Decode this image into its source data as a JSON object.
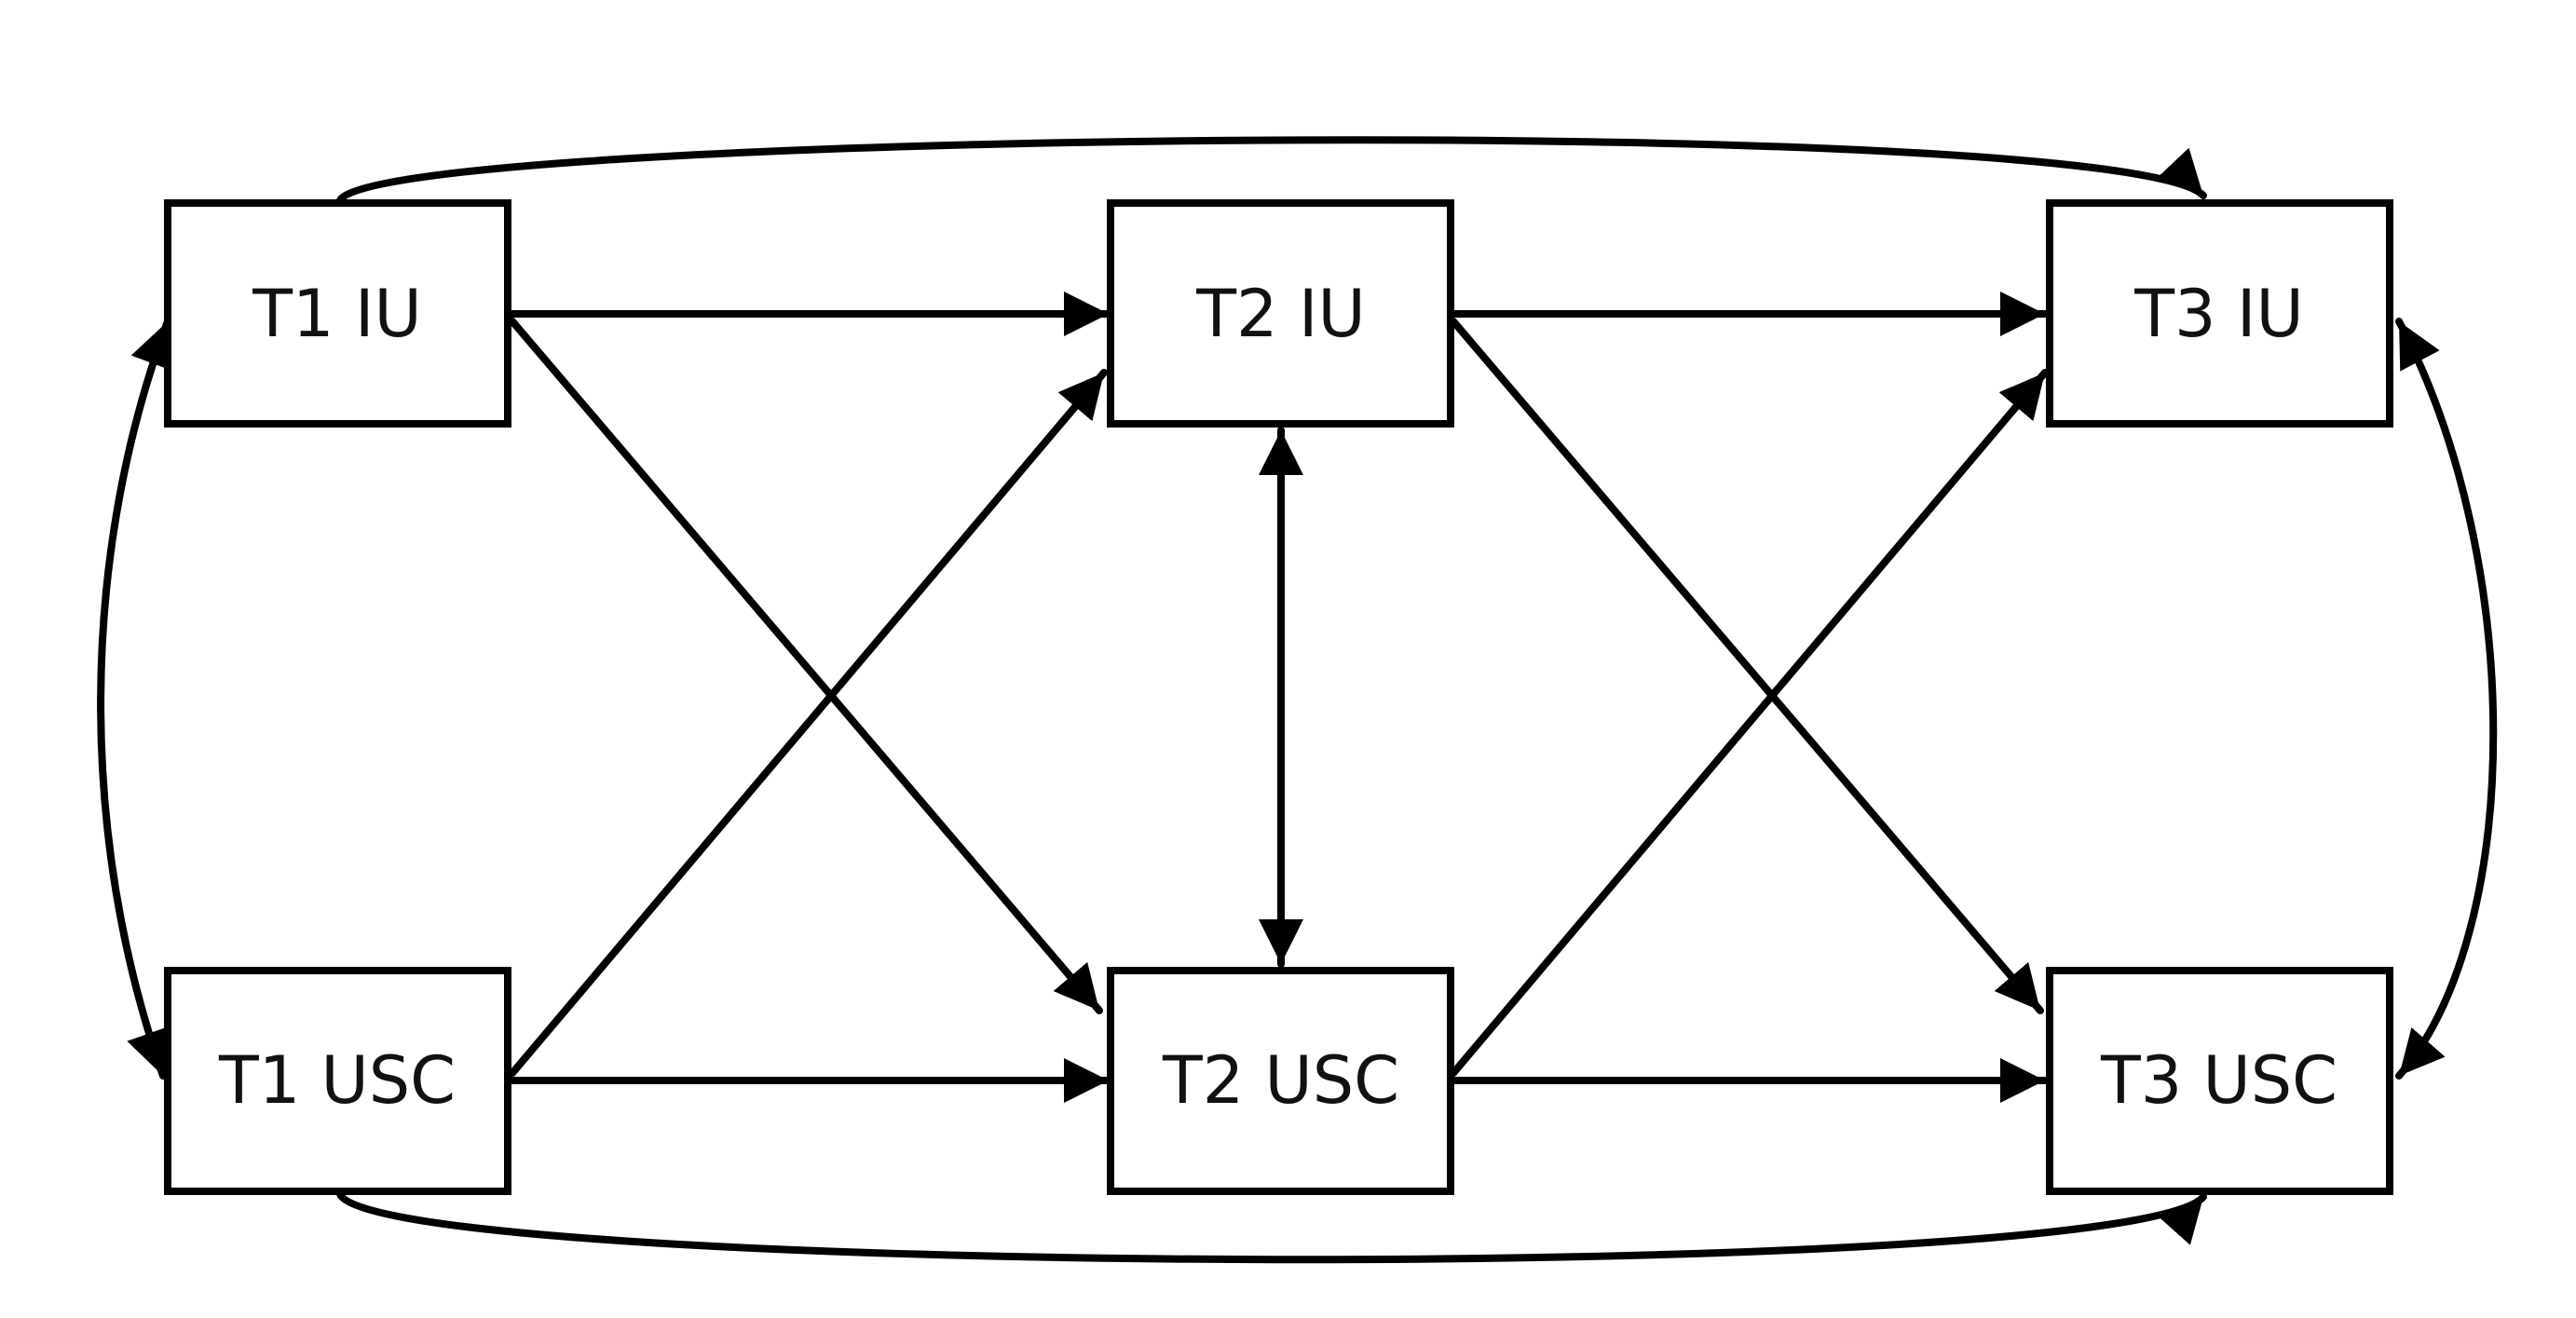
{
  "nodes": {
    "t1_iu": {
      "label": "T1 IU"
    },
    "t2_iu": {
      "label": "T2 IU"
    },
    "t3_iu": {
      "label": "T3 IU"
    },
    "t1_usc": {
      "label": "T1 USC"
    },
    "t2_usc": {
      "label": "T2 USC"
    },
    "t3_usc": {
      "label": "T3 USC"
    }
  },
  "edges": [
    {
      "from": "T1 IU",
      "to": "T2 IU",
      "direction": "forward"
    },
    {
      "from": "T2 IU",
      "to": "T3 IU",
      "direction": "forward"
    },
    {
      "from": "T1 USC",
      "to": "T2 USC",
      "direction": "forward"
    },
    {
      "from": "T2 USC",
      "to": "T3 USC",
      "direction": "forward"
    },
    {
      "from": "T1 IU",
      "to": "T2 USC",
      "direction": "forward"
    },
    {
      "from": "T1 USC",
      "to": "T2 IU",
      "direction": "forward"
    },
    {
      "from": "T2 IU",
      "to": "T3 USC",
      "direction": "forward"
    },
    {
      "from": "T2 USC",
      "to": "T3 IU",
      "direction": "forward"
    },
    {
      "from": "T1 IU",
      "to": "T3 IU",
      "direction": "forward"
    },
    {
      "from": "T1 USC",
      "to": "T3 USC",
      "direction": "forward"
    },
    {
      "from": "T1 IU",
      "to": "T1 USC",
      "direction": "bidirectional"
    },
    {
      "from": "T2 IU",
      "to": "T2 USC",
      "direction": "bidirectional"
    },
    {
      "from": "T3 IU",
      "to": "T3 USC",
      "direction": "bidirectional"
    }
  ],
  "colors": {
    "stroke": "#000000",
    "background": "#ffffff",
    "text": "#111111"
  }
}
